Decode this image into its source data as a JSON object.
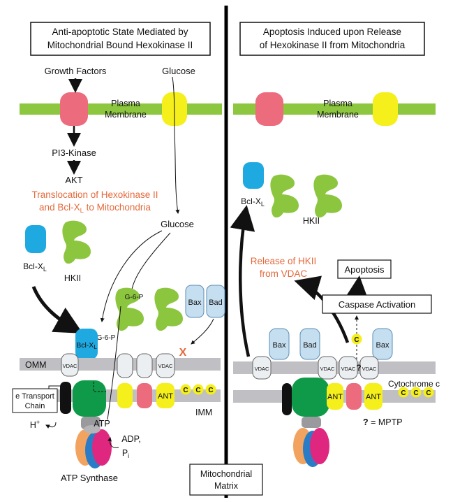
{
  "left_panel": {
    "title_line1": "Anti-apoptotic State Mediated by",
    "title_line2": "Mitochondrial Bound Hexokinase II",
    "growth_factors": "Growth Factors",
    "glucose_top": "Glucose",
    "plasma": "Plasma",
    "membrane": "Membrane",
    "pi3k": "PI3-Kinase",
    "akt": "AKT",
    "translocation_line1": "Translocation of Hexokinase II",
    "translocation_line2": "and Bcl-X",
    "translocation_sub": "L",
    "translocation_tail": " to Mitochondria",
    "glucose_mid": "Glucose",
    "bcl": "Bcl-X",
    "bcl_sub": "L",
    "hkii": "HKII",
    "g6p_a": "G-6-P",
    "g6p_b": "G-6-P",
    "bax": "Bax",
    "bad": "Bad",
    "x_mark": "X",
    "omm": "OMM",
    "imm": "IMM",
    "vdac": "VDAC",
    "ant": "ANT",
    "c": "C",
    "e_transport_line1": "e Transport",
    "e_transport_line2": "Chain",
    "hplus": "H",
    "hplus_sup": "+",
    "atp": "ATP",
    "adp": "ADP,",
    "pi": "P",
    "pi_sub": "i",
    "atp_synthase": "ATP Synthase"
  },
  "right_panel": {
    "title_line1": "Apoptosis Induced upon Release",
    "title_line2": "of Hexokinase II from Mitochondria",
    "plasma": "Plasma",
    "membrane": "Membrane",
    "bcl": "Bcl-X",
    "bcl_sub": "L",
    "hkii": "HKII",
    "release_line1": "Release of HKII",
    "release_line2": "from VDAC",
    "apoptosis": "Apoptosis",
    "caspase": "Caspase Activation",
    "bax": "Bax",
    "bad": "Bad",
    "vdac": "VDAC",
    "ant": "ANT",
    "c": "C",
    "question": "?",
    "cytochrome": "Cytochrome c",
    "mptp_q": "?",
    "mptp_eq": " = MPTP"
  },
  "matrix_line1": "Mitochondrial",
  "matrix_line2": "Matrix",
  "colors": {
    "membrane_green": "#8dc63f",
    "receptor_pink": "#ec6b7d",
    "transporter_yellow": "#f5ef1c",
    "hk_green": "#8cc63f",
    "bcl_blue": "#1fa9e1",
    "bax_fill": "#c6dff0",
    "mito_gray": "#c0c0c4",
    "synthase_green": "#0e9a48",
    "orange_text": "#e46a3c"
  }
}
